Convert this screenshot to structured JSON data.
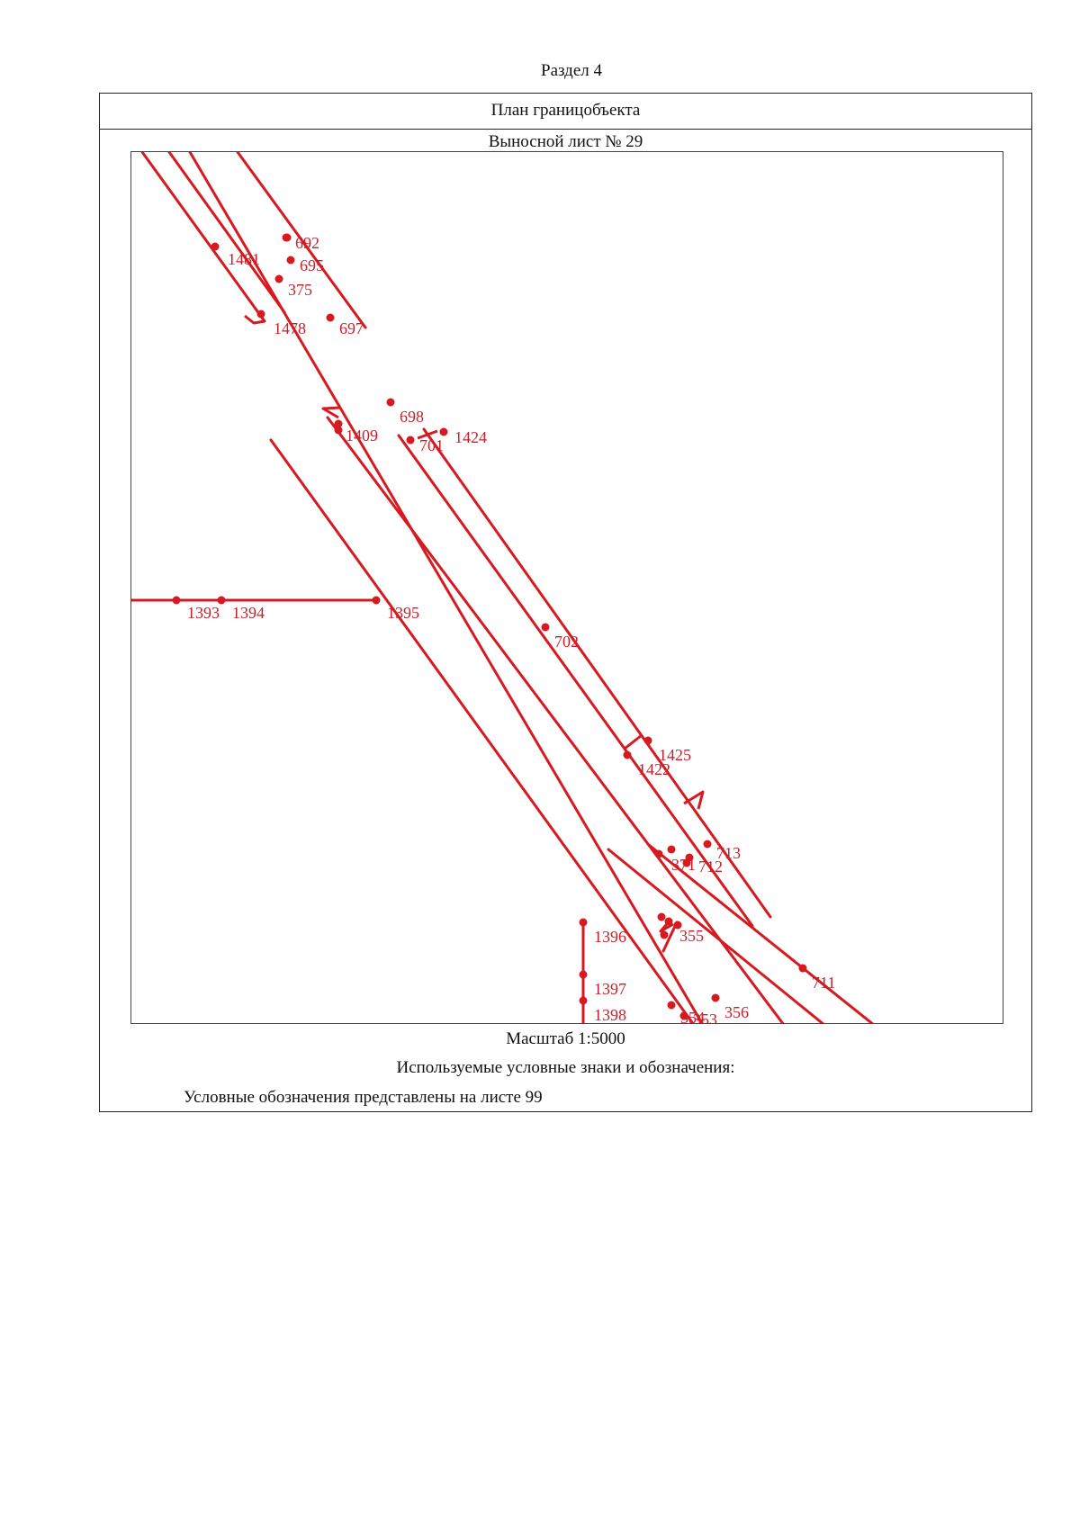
{
  "page": {
    "section_title": "Раздел 4",
    "plan_title": "План границобъекта",
    "sheet_title": "Выносной лист № 29",
    "scale": "Масштаб 1:5000",
    "legend_title": "Используемые условные знаки и обозначения:",
    "legend_note": "Условные обозначения представлены на листе 99"
  },
  "map": {
    "line_color": "#d71920",
    "label_color": "#c8202a",
    "point_labels": [
      "692",
      "695",
      "1481",
      "375",
      "697",
      "1478",
      "698",
      "1409",
      "701",
      "1424",
      "1393",
      "1394",
      "1395",
      "702",
      "1425",
      "1422",
      "713",
      "712",
      "371",
      "1396",
      "355",
      "711",
      "1397",
      "354",
      "353",
      "356",
      "1398"
    ]
  }
}
